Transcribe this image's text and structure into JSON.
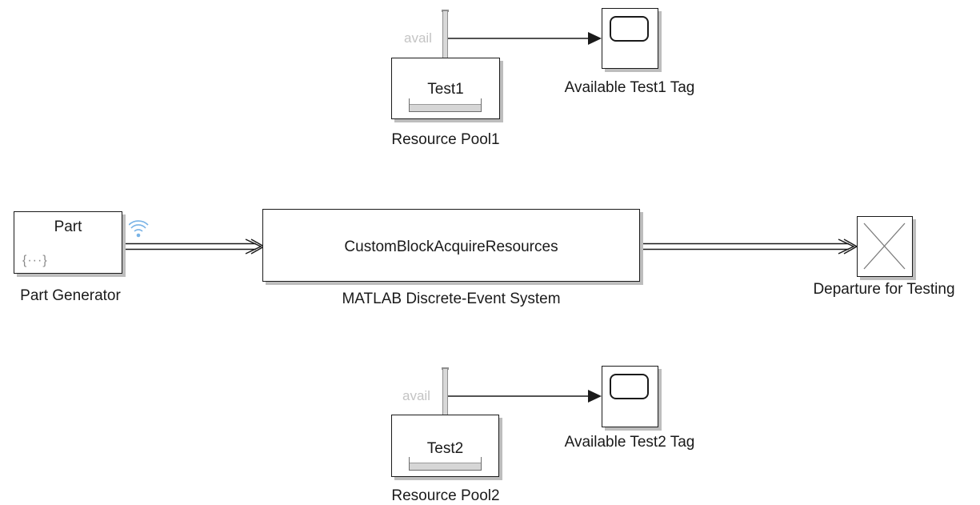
{
  "resource_pool_1": {
    "name": "Resource Pool1",
    "resource": "Test1",
    "port": "avail"
  },
  "scope_1": {
    "name": "Available Test1 Tag"
  },
  "part_generator": {
    "name": "Part Generator",
    "entity": "Part",
    "code_glyph": "{···}"
  },
  "des_system": {
    "name": "MATLAB Discrete-Event System",
    "class": "CustomBlockAcquireResources"
  },
  "terminator": {
    "name": "Departure for Testing"
  },
  "resource_pool_2": {
    "name": "Resource Pool2",
    "resource": "Test2",
    "port": "avail"
  },
  "scope_2": {
    "name": "Available Test2 Tag"
  },
  "icons": {
    "generator_badge": "broadcast-icon",
    "terminator": "x-icon",
    "scope": "scope-screen-icon"
  },
  "colors": {
    "line": "#1a1a1a",
    "shadow": "#bdbdbd",
    "port_text": "#c4c4c4",
    "signal_icon": "#79b3e6"
  }
}
